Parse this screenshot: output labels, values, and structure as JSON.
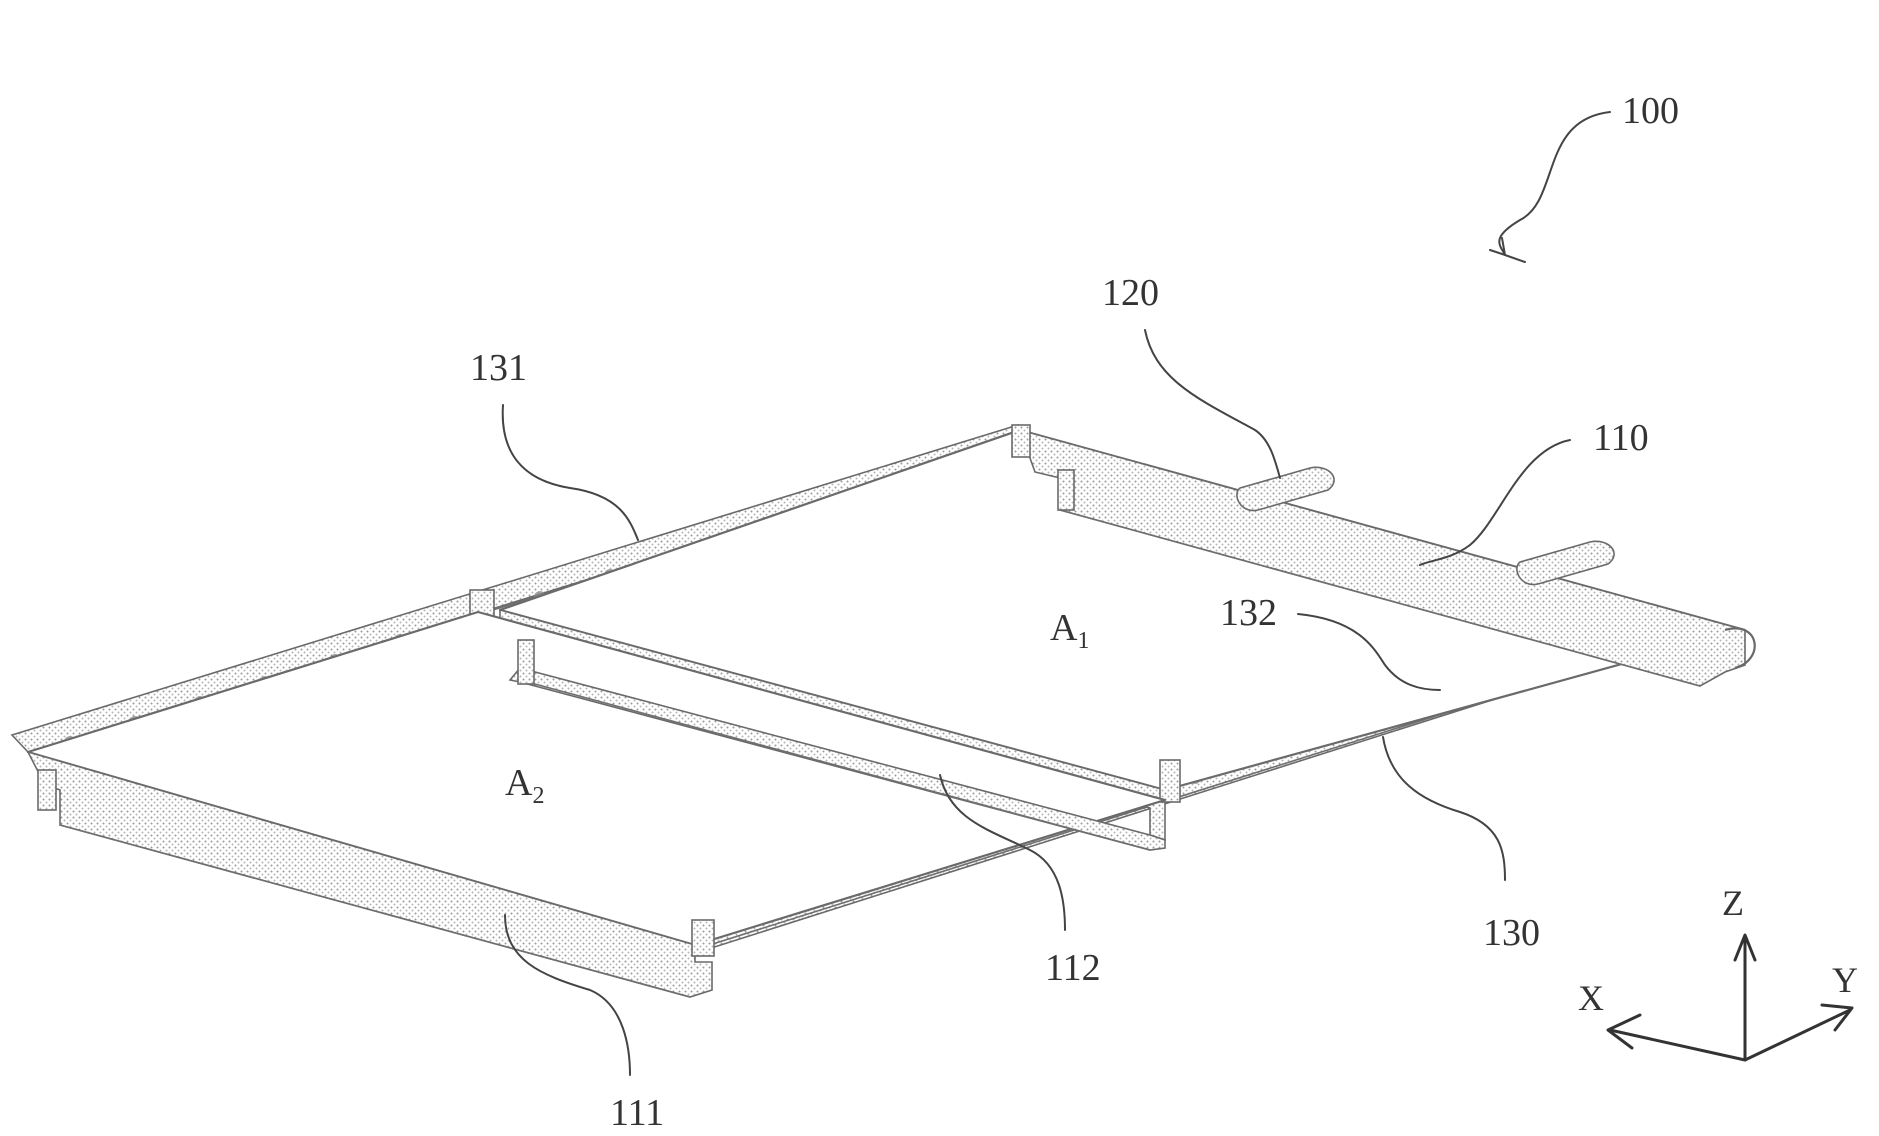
{
  "figure": {
    "reference_numerals": {
      "assembly": "100",
      "part_110": "110",
      "part_111": "111",
      "part_112": "112",
      "part_120": "120",
      "part_130": "130",
      "part_131": "131",
      "part_132": "132"
    },
    "regions": {
      "a1_letter": "A",
      "a1_subscript": "1",
      "a2_letter": "A",
      "a2_subscript": "2"
    },
    "axes": {
      "z": "Z",
      "y": "Y",
      "x": "X"
    },
    "colors": {
      "line": "#6a6a6a",
      "text": "#333333",
      "background": "#ffffff"
    }
  }
}
